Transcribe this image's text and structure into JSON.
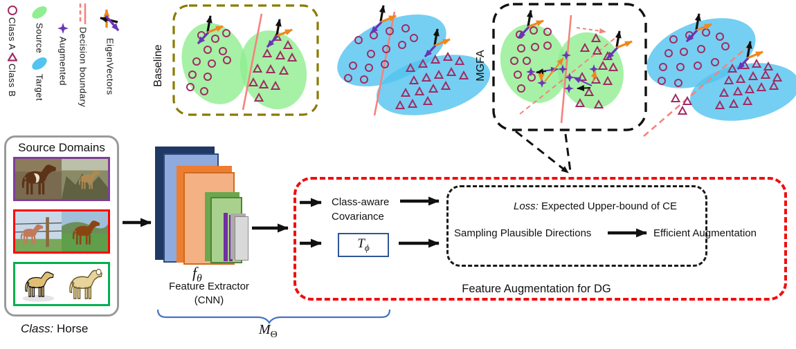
{
  "legend": {
    "class_a": {
      "symbol": "circle-outline",
      "label": "Class A"
    },
    "class_b": {
      "symbol": "triangle-outline",
      "label": "Class B"
    },
    "source": {
      "label": "Source"
    },
    "target": {
      "label": "Target"
    },
    "augmented": {
      "label": "Augmented"
    },
    "decision_boundary": {
      "label": "Decision boundary"
    },
    "eigenvectors": {
      "label": "EigenVectors"
    }
  },
  "panels": {
    "baseline": {
      "label": "Baseline"
    },
    "mgfa": {
      "label": "MGFA"
    }
  },
  "source_domains": {
    "title": "Source Domains",
    "class_prefix": "Class:",
    "class_value": " Horse"
  },
  "extractor": {
    "fn_symbol": "f",
    "fn_sub": "θ",
    "label": "Feature Extractor",
    "sublabel": "(CNN)"
  },
  "module": {
    "cov_line1": "Class-aware",
    "cov_line2": "Covariance",
    "t_symbol": "T",
    "t_sub": "ϕ",
    "loss_prefix": "Loss:",
    "loss_text": " Expected Upper-bound of CE",
    "sampling": "Sampling Plausible Directions",
    "efficient": "Efficient Augmentation",
    "box_label": "Feature Augmentation for DG",
    "m_symbol": "M",
    "m_sub": "Θ"
  },
  "colors": {
    "source_green": "#90ee90",
    "target_blue": "#53c3ef",
    "marker_maroon": "#a02b63",
    "boundary_pink": "#f4837d",
    "eigen_orange": "#f0871e",
    "eigen_purple": "#6a35b5",
    "eigen_black": "#111111",
    "baseline_dash": "#8a7a00",
    "mgfa_dash": "#111111",
    "red_module": "#f10e0e",
    "brace_blue": "#4472c4",
    "tphi_border": "#2f5597"
  }
}
